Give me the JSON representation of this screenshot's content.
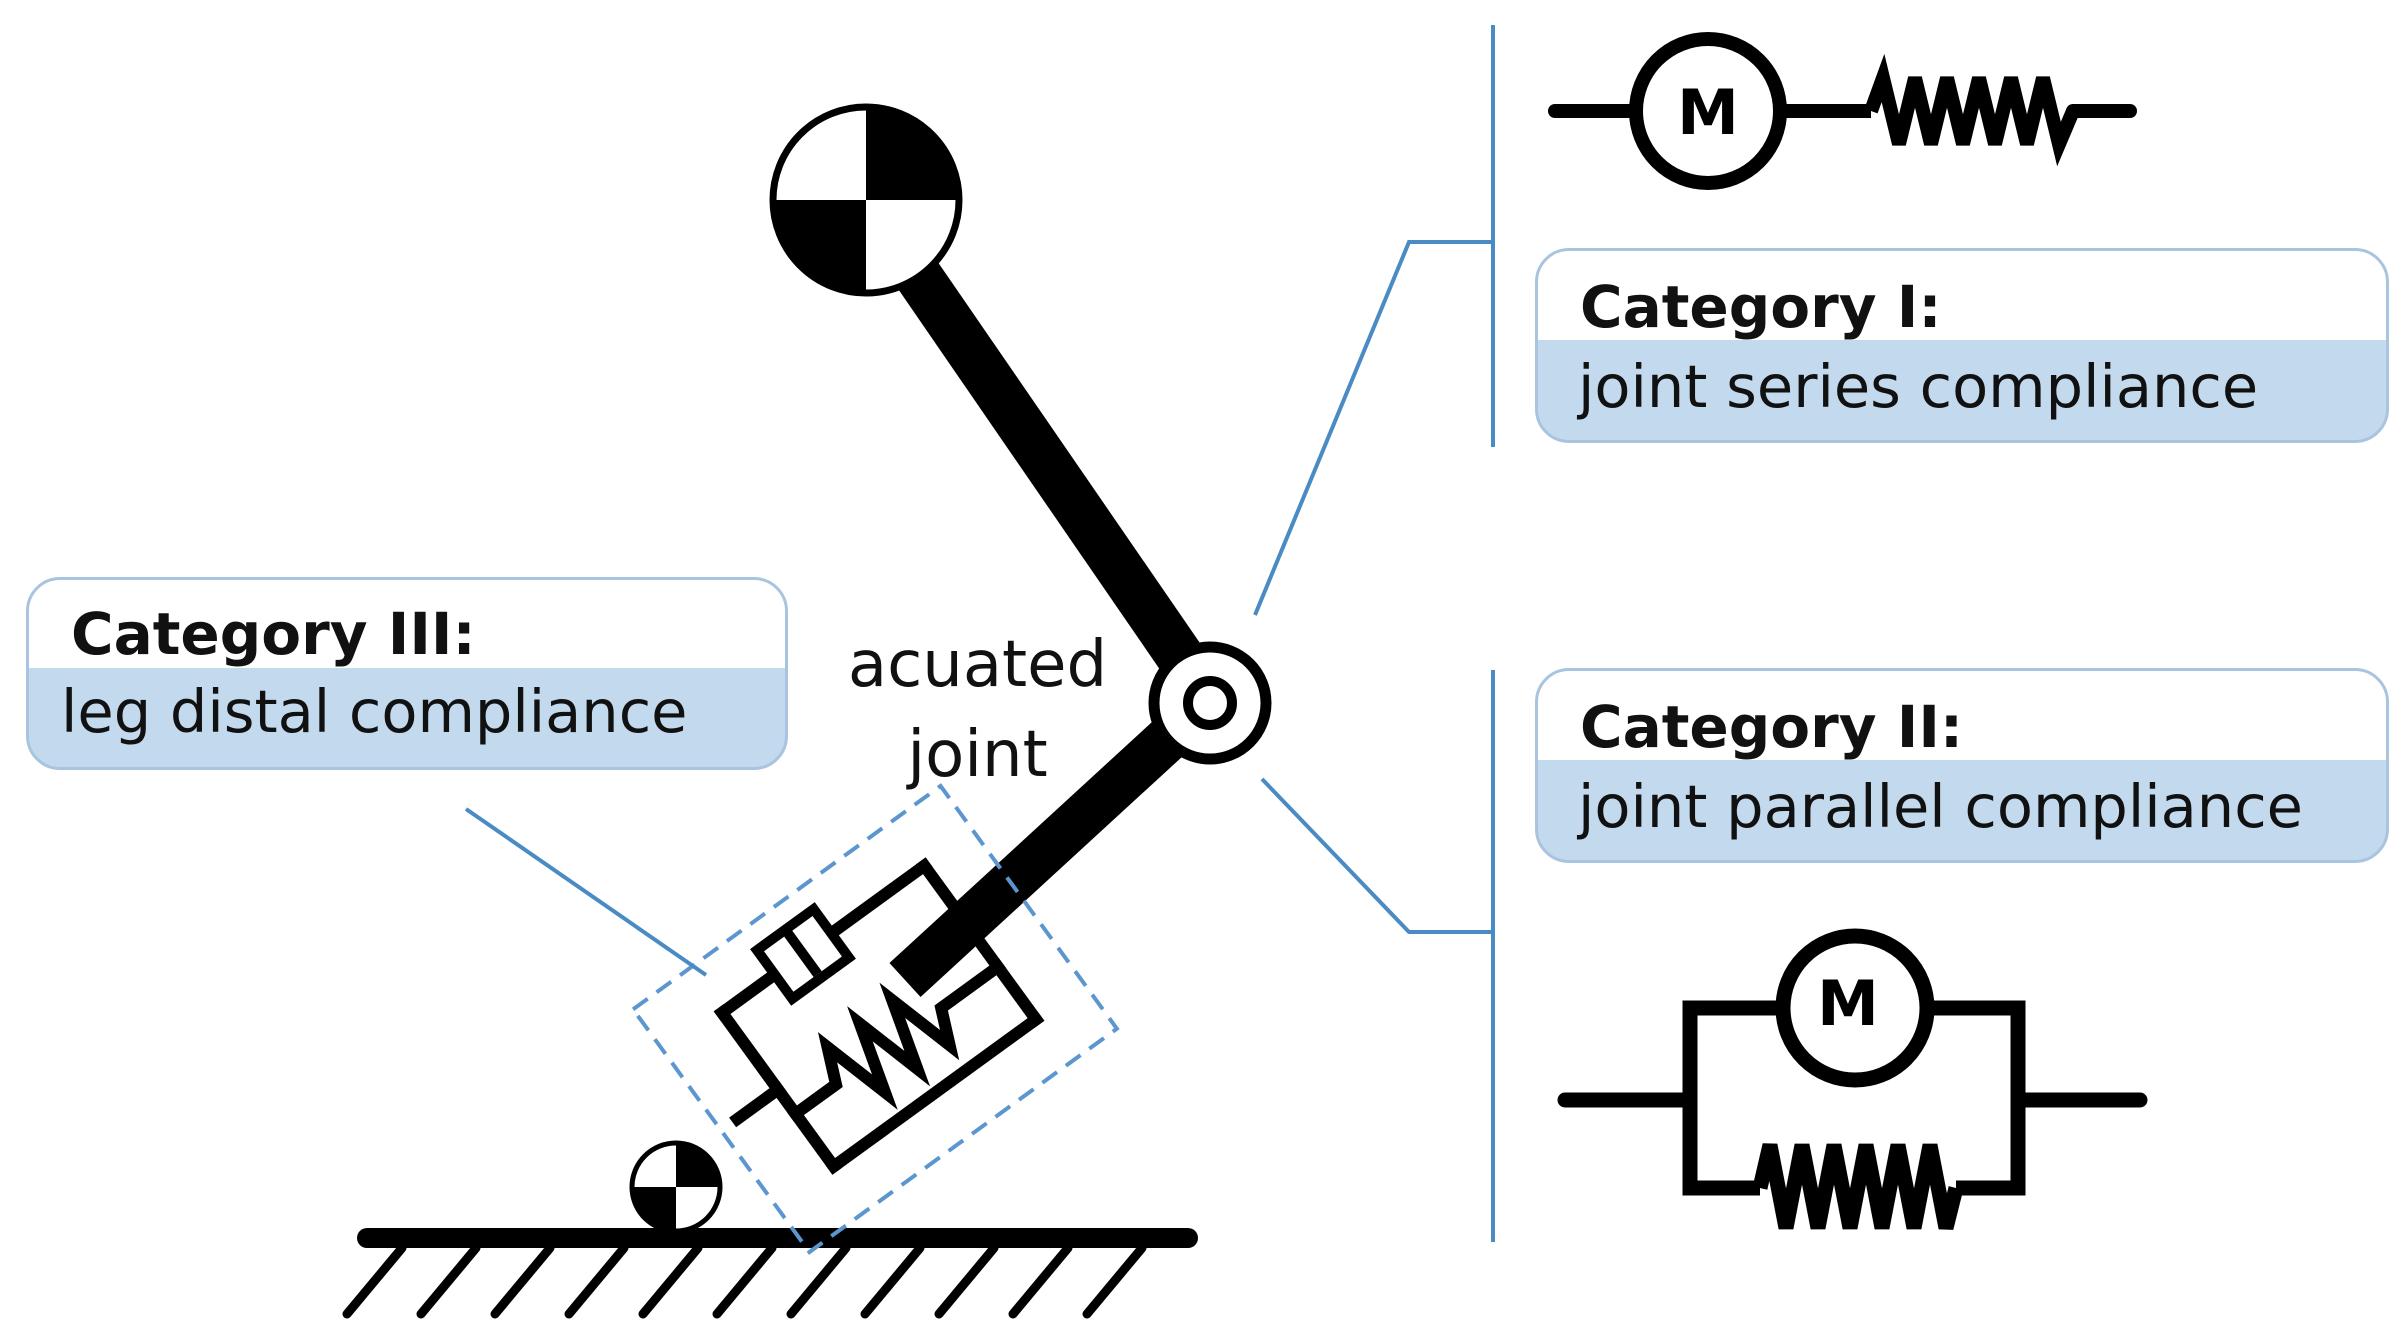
{
  "joint_label": {
    "line1": "acuated",
    "line2": "joint"
  },
  "categories": [
    {
      "title": "Category I:",
      "description": "joint series compliance"
    },
    {
      "title": "Category II:",
      "description": "joint parallel compliance"
    },
    {
      "title": "Category III:",
      "description": "leg distal compliance"
    }
  ],
  "symbols": {
    "motor_label": "M"
  },
  "colors": {
    "connector_line": "#4a8bc4",
    "dashed_box": "#5b96cf",
    "label_fill": "#c3d9ee",
    "label_border": "#a9c4df",
    "ink": "#000000"
  }
}
